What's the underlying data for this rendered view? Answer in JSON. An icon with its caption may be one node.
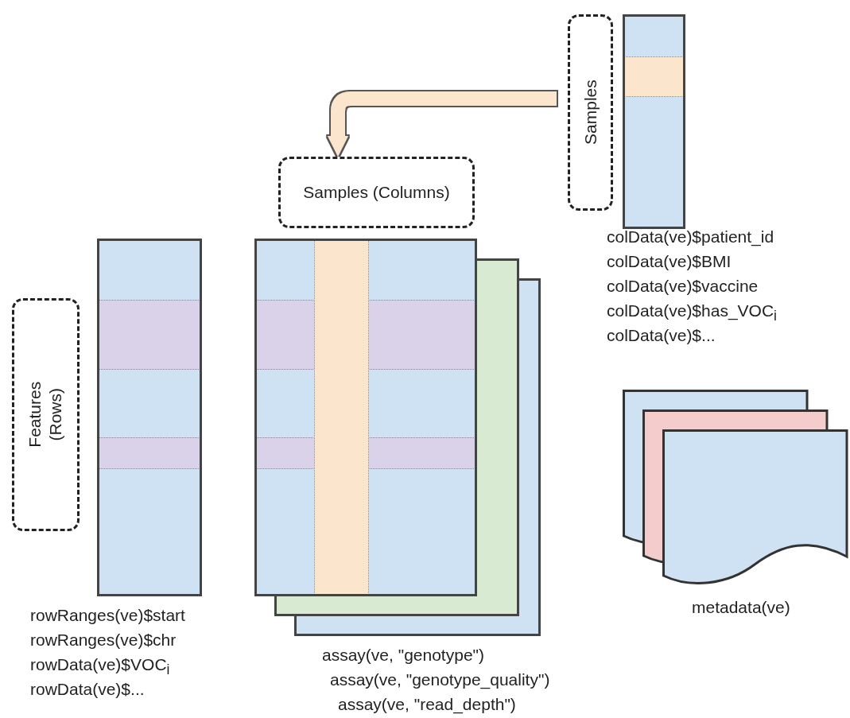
{
  "diagram": {
    "nodes": [
      {
        "text": [],
        "shape": "box",
        "beside": [
          "colData(ve)$patient_id",
          "colData(ve)$BMI",
          "colData(ve)$vaccine",
          "colData(ve)$has_VOC$_{i}$",
          "colData(ve)$..."
        ]
      },
      {
        "text": [
          "Samples"
        ]
      },
      {
        "text": [
          "Samples (Columns)"
        ]
      },
      {
        "text": [],
        "shape": "box",
        "beside": [
          "assay(ve, \"genotype\")",
          "assay(ve, \"genotype_quality\")",
          "assay(ve, \"read_depth\")"
        ]
      },
      {
        "text": [],
        "shape": "box",
        "beside": [
          "rowRanges(ve)$start",
          "rowRanges(ve)$chr",
          "rowData(ve)$VOC$_{i}$",
          "rowData(ve)$..."
        ]
      },
      {
        "text": [
          "Features (Rows)"
        ]
      },
      {
        "text": [],
        "shape": "document",
        "beside": [
          "metadata(ve)"
        ]
      }
    ],
    "edges": [
      {
        "from": 1,
        "to": 2,
        "arrow": "to",
        "color": "#fce5cd"
      }
    ]
  }
}
